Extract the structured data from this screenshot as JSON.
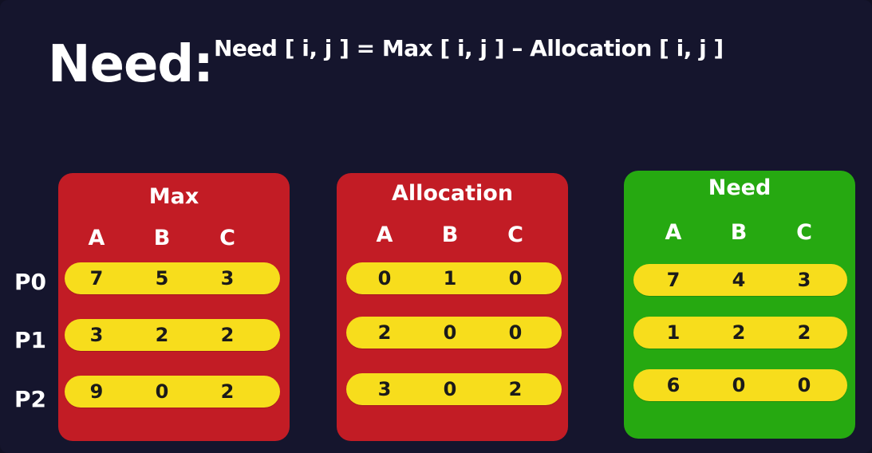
{
  "heading": "Need:",
  "formula": "Need [ i,  j ] = Max [ i,  j ] – Allocation [ i,  j ]",
  "processes": [
    "P0",
    "P1",
    "P2"
  ],
  "columns": [
    "A",
    "B",
    "C"
  ],
  "colors": {
    "background": "#15152d",
    "max_panel": "#c21c25",
    "allocation_panel": "#c21c25",
    "need_panel": "#26a911",
    "row_pill": "#f7dd1c"
  },
  "tables": {
    "max": {
      "title": "Max",
      "rows": [
        [
          "7",
          "5",
          "3"
        ],
        [
          "3",
          "2",
          "2"
        ],
        [
          "9",
          "0",
          "2"
        ]
      ]
    },
    "allocation": {
      "title": "Allocation",
      "rows": [
        [
          "0",
          "1",
          "0"
        ],
        [
          "2",
          "0",
          "0"
        ],
        [
          "3",
          "0",
          "2"
        ]
      ]
    },
    "need": {
      "title": "Need",
      "rows": [
        [
          "7",
          "4",
          "3"
        ],
        [
          "1",
          "2",
          "2"
        ],
        [
          "6",
          "0",
          "0"
        ]
      ]
    }
  }
}
